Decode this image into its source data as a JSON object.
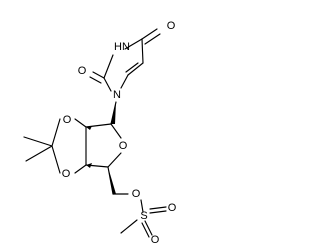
{
  "diagram": {
    "type": "chemical-structure",
    "atoms": {
      "ring_nh": "HN",
      "carbonyl_o_top": "O",
      "carbonyl_o_left": "O",
      "ring_n1": "N",
      "dioxolane_o_upper": "O",
      "dioxolane_o_lower": "O",
      "furanose_o": "O",
      "ester_o": "O",
      "sulfur": "S",
      "sulfonyl_o_right": "O",
      "sulfonyl_o_bottom": "O"
    }
  }
}
